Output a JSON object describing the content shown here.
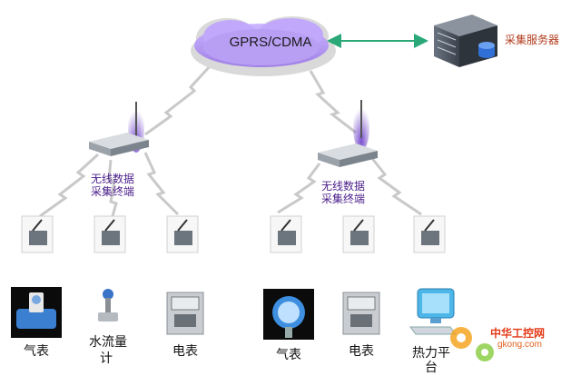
{
  "network": {
    "label": "GPRS/CDMA"
  },
  "server": {
    "label": "采集服务器"
  },
  "terminals": [
    {
      "line1": "无线数据",
      "line2": "采集终端"
    },
    {
      "line1": "无线数据",
      "line2": "采集终端"
    }
  ],
  "devices": [
    {
      "label": "气表",
      "icon": "flowmeter-icon"
    },
    {
      "label": "水流量",
      "label2": "计",
      "icon": "vortex-meter-icon"
    },
    {
      "label": "电表",
      "icon": "electric-meter-icon"
    },
    {
      "label": "气表",
      "icon": "pressure-transmitter-icon"
    },
    {
      "label": "电表",
      "icon": "electric-meter-icon"
    },
    {
      "label": "热力平",
      "label2": "台",
      "icon": "computer-icon"
    }
  ],
  "watermark": {
    "line1": "中华工控网",
    "line2": "gkong.com"
  },
  "colors": {
    "cloud": "#b497f0",
    "link": "#2aa877",
    "lightning": "#c8c8c8",
    "terminal_text": "#4a1e8a",
    "server_text": "#b23a1b"
  }
}
